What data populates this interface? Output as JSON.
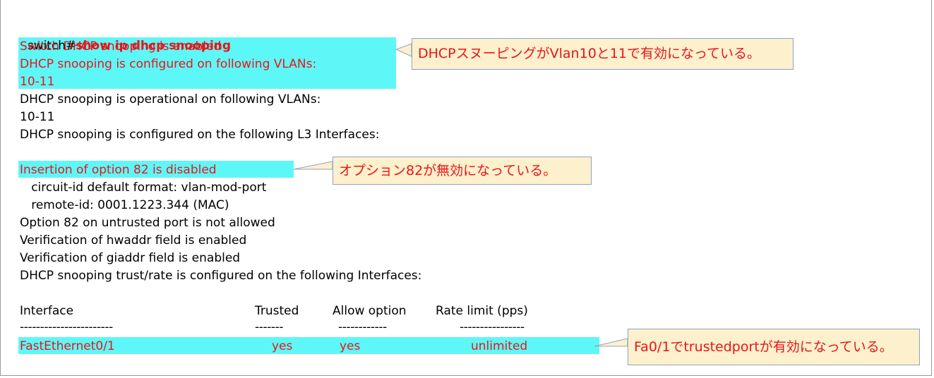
{
  "cli": {
    "prompt": "switch#",
    "command": "show ip dhcp snooping",
    "lines": [
      "Switch DHCP snooping is enabled",
      "DHCP snooping is configured on following VLANs:",
      "10-11",
      "DHCP snooping is operational on following VLANs:",
      "10-11",
      "DHCP snooping is configured on the following L3 Interfaces:",
      "Insertion of option 82 is disabled",
      "   circuit-id default format: vlan-mod-port",
      "   remote-id: 0001.1223.344 (MAC)",
      "Option 82 on untrusted port is not allowed",
      "Verification of hwaddr field is enabled",
      "Verification of giaddr field is enabled",
      "DHCP snooping trust/rate is configured on the following Interfaces:"
    ],
    "table": {
      "headers": [
        "Interface",
        "Trusted",
        "Allow option",
        "Rate limit (pps)"
      ],
      "separators": [
        "-----------------------",
        "-------",
        "------------",
        "----------------"
      ],
      "rows": [
        [
          "FastEthernet0/1",
          "yes",
          "yes",
          "unlimited"
        ]
      ]
    }
  },
  "callouts": [
    "DHCPスヌーピングがVlan10と11で有効になっている。",
    "オプション82が無効になっている。",
    "Fa0/1でtrustedportが有効になっている。"
  ],
  "colors": {
    "highlight": "#5ef7f7",
    "annotation_text": "#e8151b",
    "callout_fill": "#fdf0cc",
    "callout_border": "#8ea4c2"
  }
}
